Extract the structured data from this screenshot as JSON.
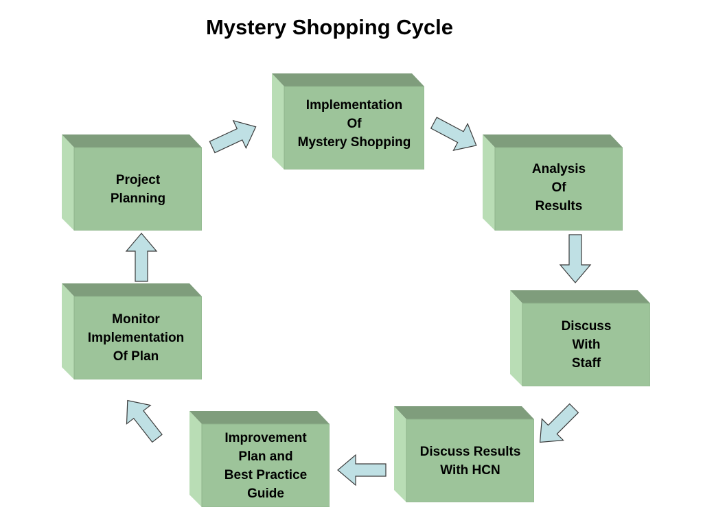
{
  "title": "Mystery Shopping Cycle",
  "steps": {
    "implementation": "Implementation\nOf\nMystery Shopping",
    "analysis": "Analysis\nOf\nResults",
    "discuss_staff": "Discuss\nWith\nStaff",
    "discuss_hcn": "Discuss Results\nWith HCN",
    "improvement": "Improvement\nPlan and\nBest Practice\nGuide",
    "monitor": "Monitor\nImplementation\nOf Plan",
    "project_planning": "Project\nPlanning"
  },
  "colors": {
    "box_face": "#9dc49a",
    "box_top": "#7f9d7c",
    "box_side": "#b9ddb5",
    "arrow_fill": "#bfe0e4",
    "arrow_stroke": "#3a3a3a"
  }
}
